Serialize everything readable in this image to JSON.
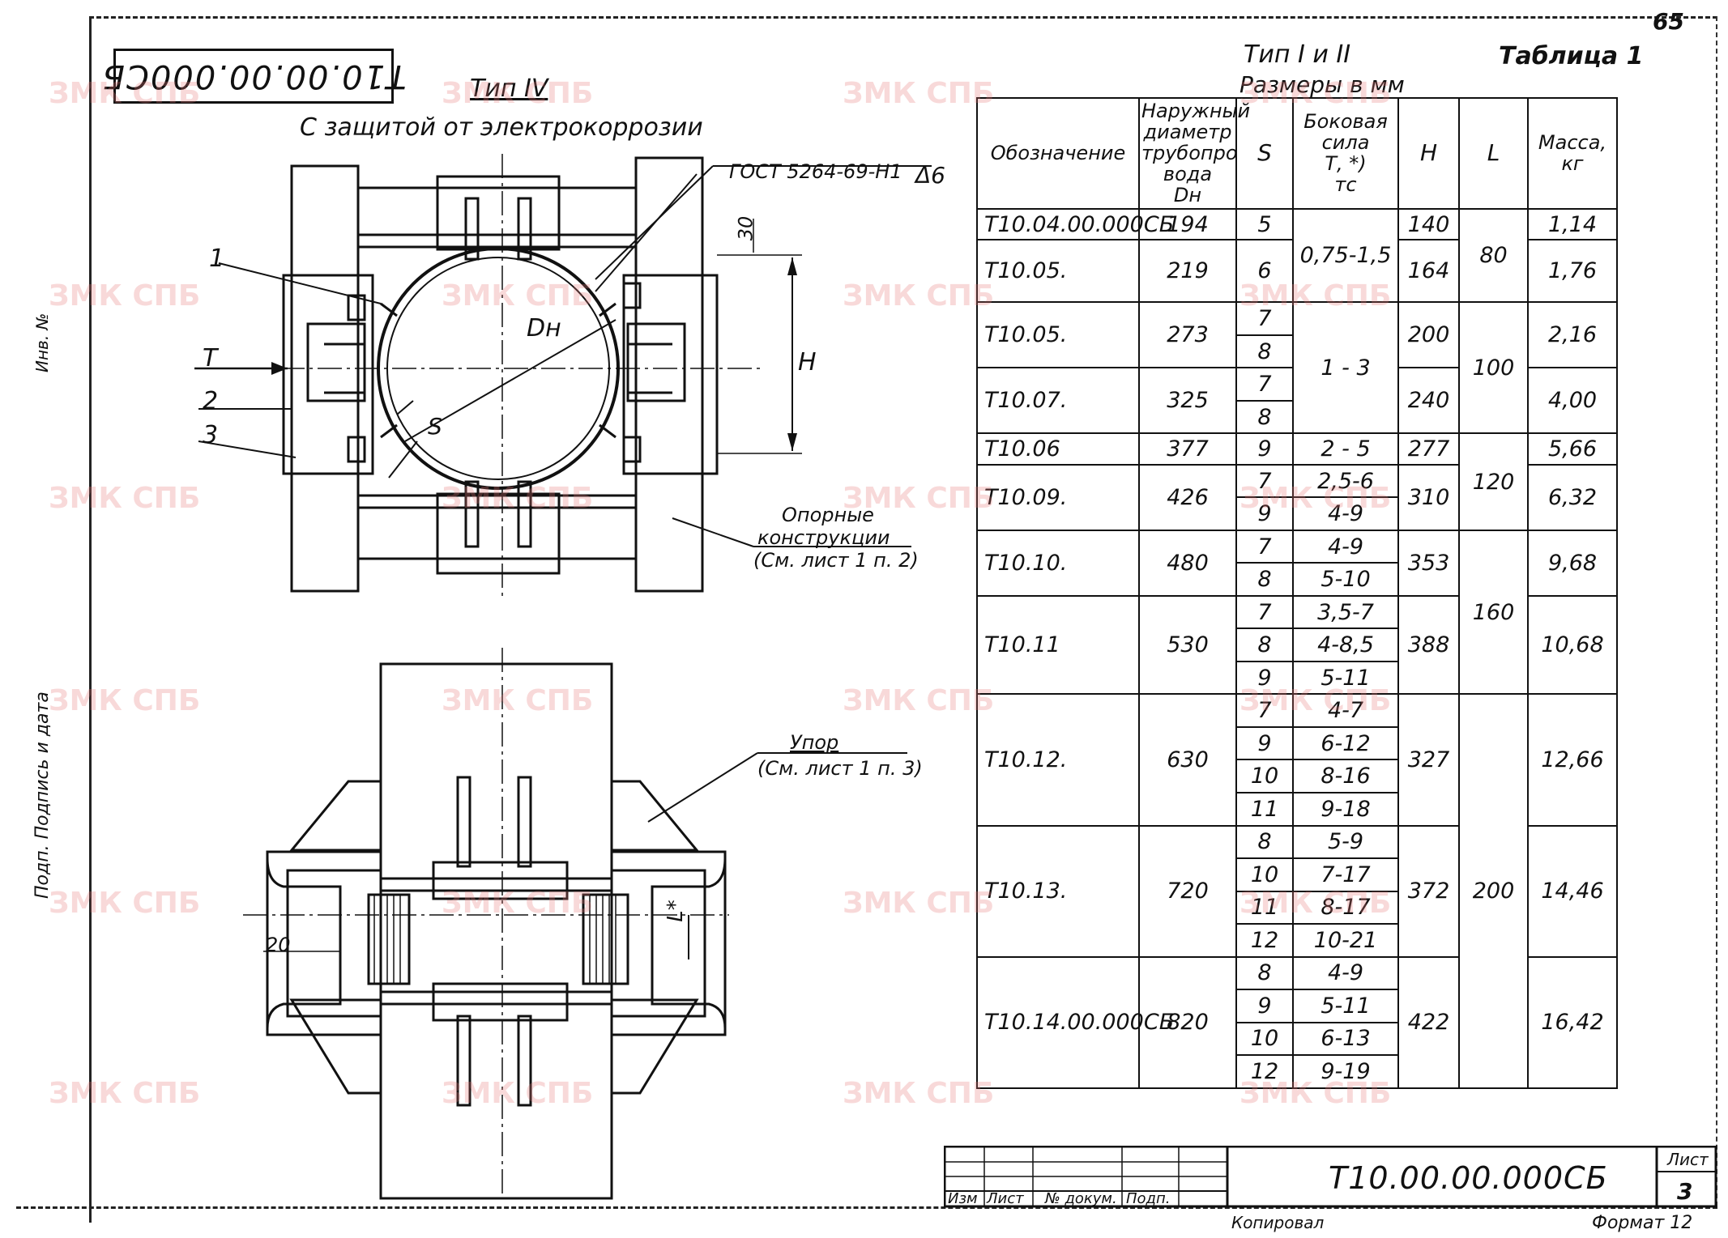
{
  "stamp": "Т10.00.00.000СБ",
  "page_number": "65",
  "drawing": {
    "type_label": "Тип IV",
    "subtitle": "С защитой от электрокоррозии",
    "gost_ref": "ГОСТ 5264-69-Н1",
    "weld_mark": "Δ6",
    "dim_30": "30",
    "dim_h": "Н",
    "dim_dn": "Dн",
    "dim_s": "S",
    "force_t": "Т",
    "pos_1": "1",
    "pos_2": "2",
    "pos_3": "3",
    "supports_label_1": "Опорные",
    "supports_label_2": "конструкции",
    "supports_label_3": "(См. лист 1 п. 2)",
    "stop_label_1": "Упор",
    "stop_label_2": "(См. лист 1 п. 3)",
    "dim_20": "20",
    "dim_l": "L*"
  },
  "table": {
    "caption_types": "Тип I и II",
    "caption_units": "Размеры в мм",
    "title": "Таблица 1",
    "headers": {
      "designation": "Обозначение",
      "diameter_1": "Наружный",
      "diameter_2": "диаметр",
      "diameter_3": "трубопро",
      "diameter_4": "вода",
      "diameter_5": "Dн",
      "s": "S",
      "force_1": "Боковая",
      "force_2": "сила",
      "force_3": "Т, *)",
      "force_4": "тс",
      "h": "Н",
      "l": "L",
      "mass_1": "Масса,",
      "mass_2": "кг"
    },
    "rows": {
      "r1": {
        "des": "Т10.04.00.000СБ",
        "dn": "194",
        "s": "5",
        "t": "0,75-1,5",
        "h": "140",
        "l": "80",
        "m": "1,14"
      },
      "r2": {
        "des": "Т10.05.",
        "dn": "219",
        "s": "6",
        "h": "164",
        "m": "1,76"
      },
      "r3": {
        "des": "Т10.05.",
        "dn": "273",
        "s1": "7",
        "s2": "8",
        "t": "1 - 3",
        "h": "200",
        "l": "100",
        "m": "2,16"
      },
      "r4": {
        "des": "Т10.07.",
        "dn": "325",
        "s1": "7",
        "s2": "8",
        "h": "240",
        "m": "4,00"
      },
      "r5": {
        "des": "Т10.06",
        "dn": "377",
        "s": "9",
        "t": "2 - 5",
        "h": "277",
        "l": "120",
        "m": "5,66"
      },
      "r6": {
        "des": "Т10.09.",
        "dn": "426",
        "s1": "7",
        "s2": "9",
        "t1": "2,5-6",
        "t2": "4-9",
        "h": "310",
        "m": "6,32"
      },
      "r7": {
        "des": "Т10.10.",
        "dn": "480",
        "s1": "7",
        "s2": "8",
        "t1": "4-9",
        "t2": "5-10",
        "h": "353",
        "l": "160",
        "m": "9,68"
      },
      "r8": {
        "des": "Т10.11",
        "dn": "530",
        "s1": "7",
        "s2": "8",
        "s3": "9",
        "t1": "3,5-7",
        "t2": "4-8,5",
        "t3": "5-11",
        "h": "388",
        "m": "10,68"
      },
      "r9": {
        "des": "Т10.12.",
        "dn": "630",
        "s1": "7",
        "s2": "9",
        "s3": "10",
        "s4": "11",
        "t1": "4-7",
        "t2": "6-12",
        "t3": "8-16",
        "t4": "9-18",
        "h": "327",
        "l": "200",
        "m": "12,66"
      },
      "r10": {
        "des": "Т10.13.",
        "dn": "720",
        "s1": "8",
        "s2": "10",
        "s3": "11",
        "s4": "12",
        "t1": "5-9",
        "t2": "7-17",
        "t3": "8-17",
        "t4": "10-21",
        "h": "372",
        "m": "14,46"
      },
      "r11": {
        "des": "Т10.14.00.000СБ",
        "dn": "820",
        "s1": "8",
        "s2": "9",
        "s3": "10",
        "s4": "12",
        "t1": "4-9",
        "t2": "5-11",
        "t3": "6-13",
        "t4": "9-19",
        "h": "422",
        "m": "16,42"
      }
    }
  },
  "title_block": {
    "doc_number": "Т10.00.00.000СБ",
    "sheet_label": "Лист",
    "sheet_number": "3",
    "col_izm": "Изм",
    "col_list": "Лист",
    "col_doc": "№ докум.",
    "col_sign": "Подп.",
    "copied": "Копировал",
    "format": "Формат 12"
  },
  "side": {
    "sign_date": "Подп. Подпись и дата",
    "inv": "Инв. №"
  },
  "watermark": "ЗМК СПБ",
  "colors": {
    "ink": "#111111",
    "watermark": "#e67878"
  }
}
